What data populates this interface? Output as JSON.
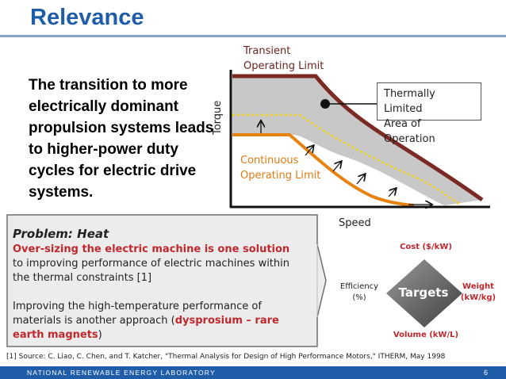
{
  "slide": {
    "title": "Relevance",
    "intro": "The transition to more electrically dominant propulsion systems leads to higher-power duty cycles for electric drive systems."
  },
  "chart": {
    "transient_label_line1": "Transient",
    "transient_label_line2": "Operating Limit",
    "continuous_label_line1": "Continuous",
    "continuous_label_line2": "Operating Limit",
    "thermal_label_line1": "Thermally Limited",
    "thermal_label_line2": "Area of Operation",
    "y_axis_label": "Torque",
    "x_axis_label": "Speed",
    "colors": {
      "transient": "#7a2a23",
      "continuous": "#e8820f",
      "dashed": "#f2d21b",
      "area": "#c8c8c8"
    }
  },
  "problem": {
    "title": "Problem: Heat",
    "part1_red": "Over-sizing the electric machine is one solution",
    "part1_rest": " to improving performance of electric machines within the thermal constraints [1]",
    "part2_start": "Improving the high-temperature performance of materials is another approach (",
    "part2_red": "dysprosium – rare earth magnets",
    "part2_end": ")"
  },
  "targets": {
    "center": "Targets",
    "top": "Cost ($/kW)",
    "left_line1": "Efficiency",
    "left_line2": "(%)",
    "right_line1": "Weight",
    "right_line2": "(kW/kg)",
    "bottom": "Volume (kW/L)"
  },
  "source": "[1] Source: C. Liao, C. Chen, and T. Katcher, \"Thermal Analysis for Design of High Performance Motors,\" ITHERM, May 1998",
  "footer": {
    "org": "NATIONAL RENEWABLE ENERGY LABORATORY",
    "page": "6"
  }
}
